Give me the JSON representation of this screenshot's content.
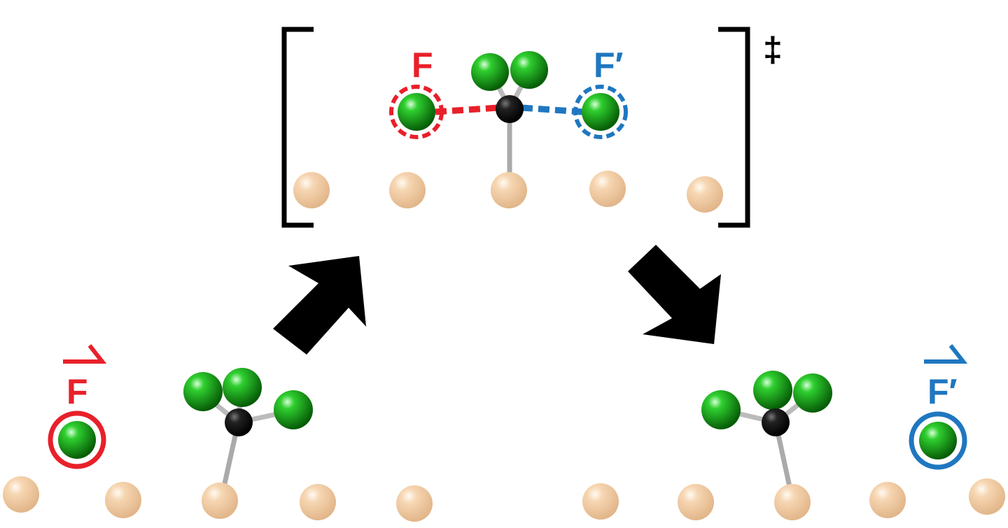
{
  "labels": {
    "ts_f": "F",
    "ts_f_prime": "F′",
    "left_f": "F",
    "right_f_prime": "F′",
    "transition_state_symbol": "‡"
  },
  "colors": {
    "red": "#e8202a",
    "blue": "#1f77c0",
    "fluorine": "#12a612",
    "carbon": "#111111",
    "surface": "#f3cfa7",
    "bond": "#b8b8b8"
  }
}
